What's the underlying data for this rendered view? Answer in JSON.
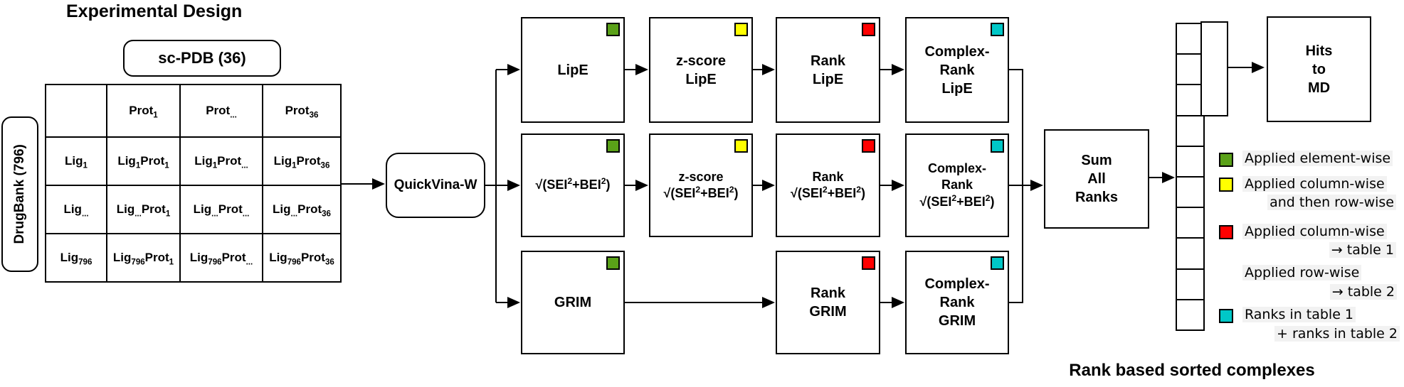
{
  "title": "Experimental Design",
  "scpdb_label": "sc-PDB (36)",
  "drugbank_label": "DrugBank (796)",
  "quickvina_label": "QuickVina-W",
  "matrix": {
    "header": [
      "",
      "Prot_{1}",
      "Prot_{...}",
      "Prot_{36}"
    ],
    "rows": [
      [
        "Lig_{1}",
        "Lig_{1}Prot_{1}",
        "Lig_{1}Prot_{...}",
        "Lig_{1}Prot_{36}"
      ],
      [
        "Lig_{...}",
        "Lig_{...}Prot_{1}",
        "Lig_{...}Prot_{...}",
        "Lig_{...}Prot_{36}"
      ],
      [
        "Lig_{796}",
        "Lig_{796}Prot_{1}",
        "Lig_{796}Prot_{...}",
        "Lig_{796}Prot_{36}"
      ]
    ]
  },
  "pipeline": {
    "lipe": "LipE",
    "zscore_lipe": "z-score\nLipE",
    "rank_lipe": "Rank\nLipE",
    "complex_rank_lipe": "Complex-\nRank\nLipE",
    "sei": "√(SEI^{2}+BEI^{2})",
    "zscore_sei": "z-score\n√(SEI^{2}+BEI^{2})",
    "rank_sei": "Rank\n√(SEI^{2}+BEI^{2})",
    "complex_rank_sei": "Complex-\nRank\n√(SEI^{2}+BEI^{2})",
    "grim": "GRIM",
    "rank_grim": "Rank\nGRIM",
    "complex_rank_grim": "Complex-\nRank\nGRIM",
    "sum_all_ranks": "Sum\nAll\nRanks",
    "hits_to_md": "Hits\nto\nMD"
  },
  "colors": {
    "element_wise": "#5aa118",
    "column_then_row": "#ffff00",
    "column_wise": "#ff0000",
    "ranks_sum": "#00c7c7"
  },
  "legend": {
    "l1": "Applied element-wise",
    "l2a": "Applied column-wise",
    "l2b": "and then row-wise",
    "l3a": "Applied column-wise",
    "l3b": "→ table 1",
    "l4a": "Applied row-wise",
    "l4b": "→ table 2",
    "l5a": "Ranks in table 1",
    "l5b": "+ ranks in table 2"
  },
  "stack": {
    "cell_count": 10
  },
  "bottom_label": "Rank based sorted complexes"
}
